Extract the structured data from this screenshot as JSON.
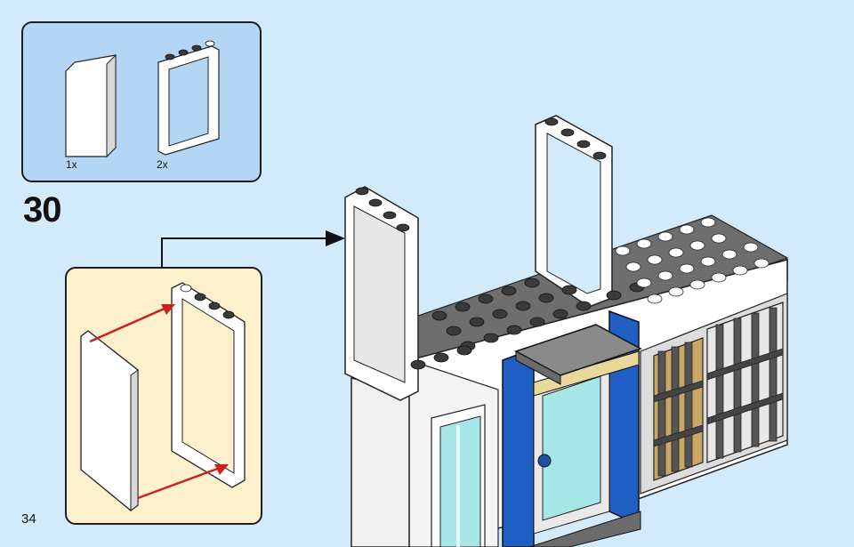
{
  "parts_list": {
    "items": [
      {
        "quantity": "1x",
        "icon": "door-panel-icon"
      },
      {
        "quantity": "2x",
        "icon": "window-frame-icon"
      }
    ]
  },
  "step": {
    "number": "30"
  },
  "page": {
    "number": "34"
  },
  "colors": {
    "page_background": "#d3eafb",
    "parts_box": "#b2d6f3",
    "subassembly_box": "#fdf0cc",
    "arrow_red": "#cc1f1f",
    "brick_blue": "#1f5fc4",
    "brick_dark_gray": "#6b6b6b",
    "glass": "#a6e6e6"
  }
}
